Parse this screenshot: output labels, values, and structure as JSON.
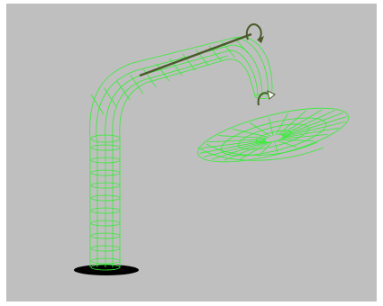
{
  "viewport": {
    "background": "#bfbfbf",
    "frame_color": "#ffffff"
  },
  "scene": {
    "wireframe_color": "#33ee33",
    "manipulator_color": "#4a5a2a",
    "shadow_color": "#000000",
    "objects": [
      {
        "name": "lamp-post",
        "type": "bent-tube"
      },
      {
        "name": "lamp-shade",
        "type": "dish"
      }
    ],
    "icons": [
      "rotate-handle-icon",
      "rotate-handle-icon"
    ]
  }
}
